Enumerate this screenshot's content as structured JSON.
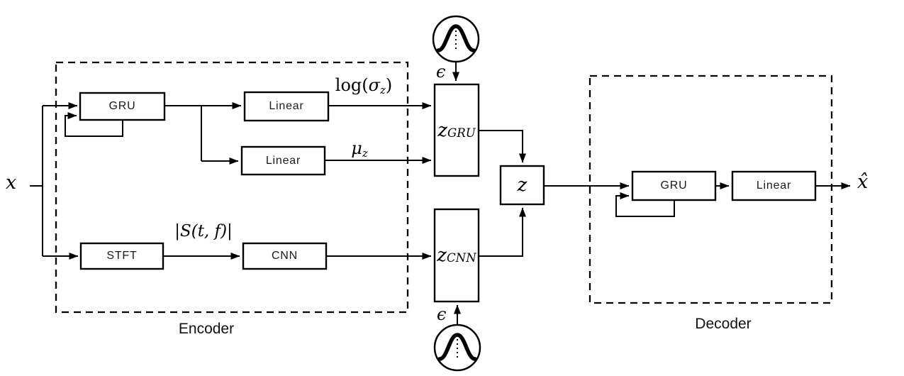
{
  "diagram": {
    "input_label": "x",
    "output_label": "x̂",
    "epsilon": "ϵ",
    "encoder": {
      "title": "Encoder",
      "nodes": {
        "gru": "GRU",
        "linear_logvar": "Linear",
        "linear_mu": "Linear",
        "stft": "STFT",
        "cnn": "CNN"
      }
    },
    "decoder": {
      "title": "Decoder",
      "nodes": {
        "gru": "GRU",
        "linear": "Linear"
      }
    },
    "latent": {
      "z_gru": {
        "base": "z",
        "sub": "GRU"
      },
      "z_cnn": {
        "base": "z",
        "sub": "CNN"
      },
      "z": "z"
    },
    "edge_labels": {
      "log_sigma": {
        "pre": "log(",
        "sym": "σ",
        "sub": "z",
        "post": ")"
      },
      "mu": {
        "sym": "μ",
        "sub": "z"
      },
      "spectrogram": "|S(t, f)|"
    },
    "icons": {
      "noise_source": "gaussian-bell-curve-icon"
    },
    "colors": {
      "stroke": "#000000",
      "background": "#ffffff"
    }
  }
}
